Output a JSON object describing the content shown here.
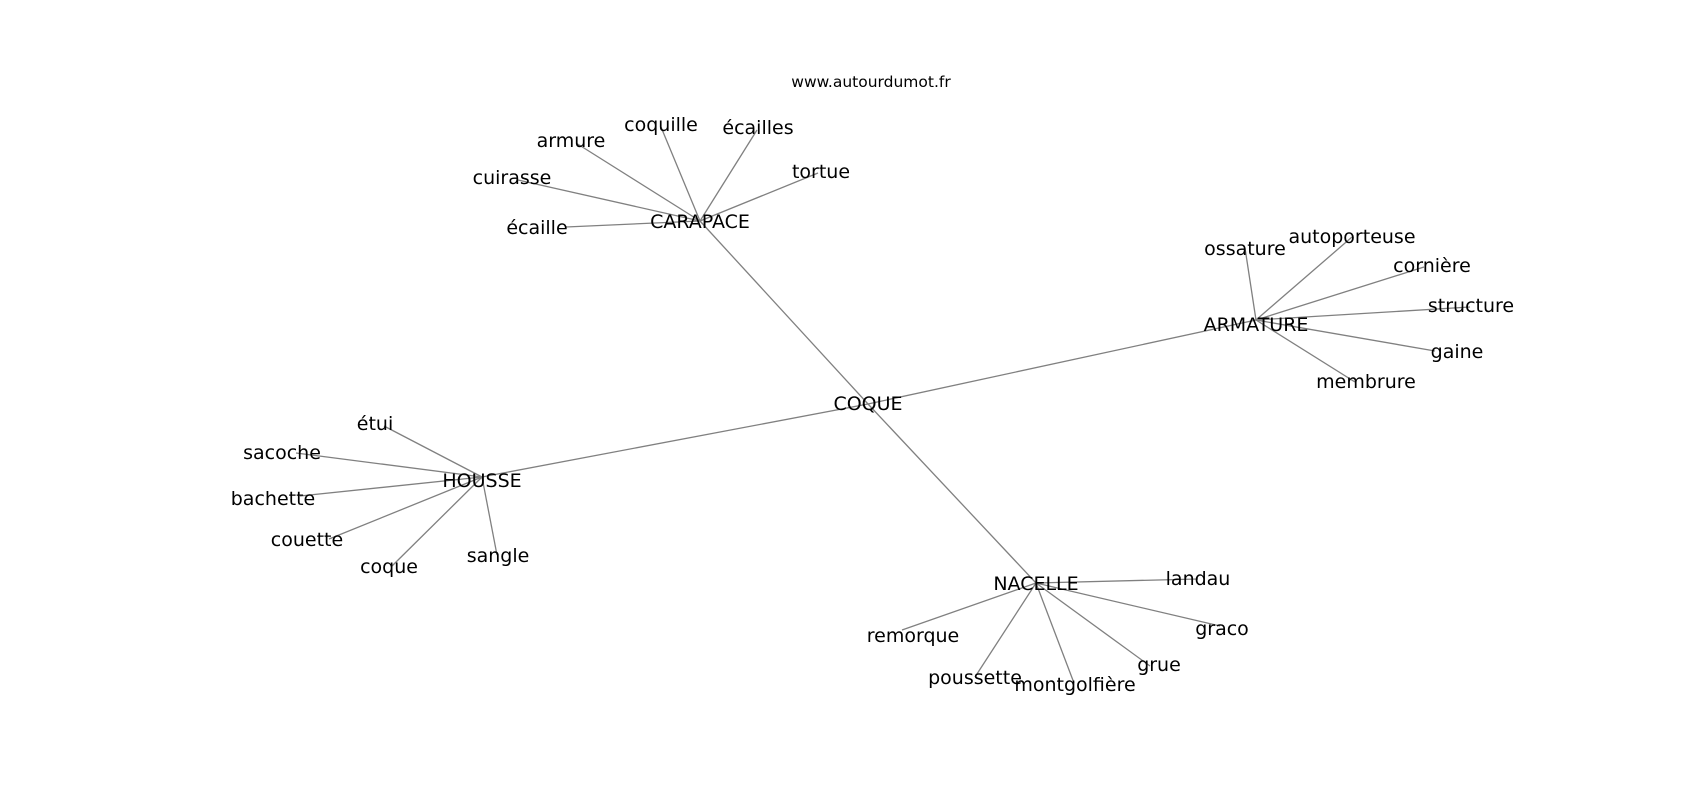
{
  "source": "www.autourdumot.fr",
  "center": "COQUE",
  "hubs": [
    {
      "id": "carapace",
      "label": "CARAPACE",
      "children": [
        "coquille",
        "écailles",
        "armure",
        "tortue",
        "cuirasse",
        "écaille"
      ]
    },
    {
      "id": "armature",
      "label": "ARMATURE",
      "children": [
        "ossature",
        "autoporteuse",
        "cornière",
        "structure",
        "gaine",
        "membrure"
      ]
    },
    {
      "id": "housse",
      "label": "HOUSSE",
      "children": [
        "étui",
        "sacoche",
        "bachette",
        "couette",
        "coque",
        "sangle"
      ]
    },
    {
      "id": "nacelle",
      "label": "NACELLE",
      "children": [
        "landau",
        "remorque",
        "graco",
        "grue",
        "poussette",
        "montgolfière"
      ]
    }
  ]
}
